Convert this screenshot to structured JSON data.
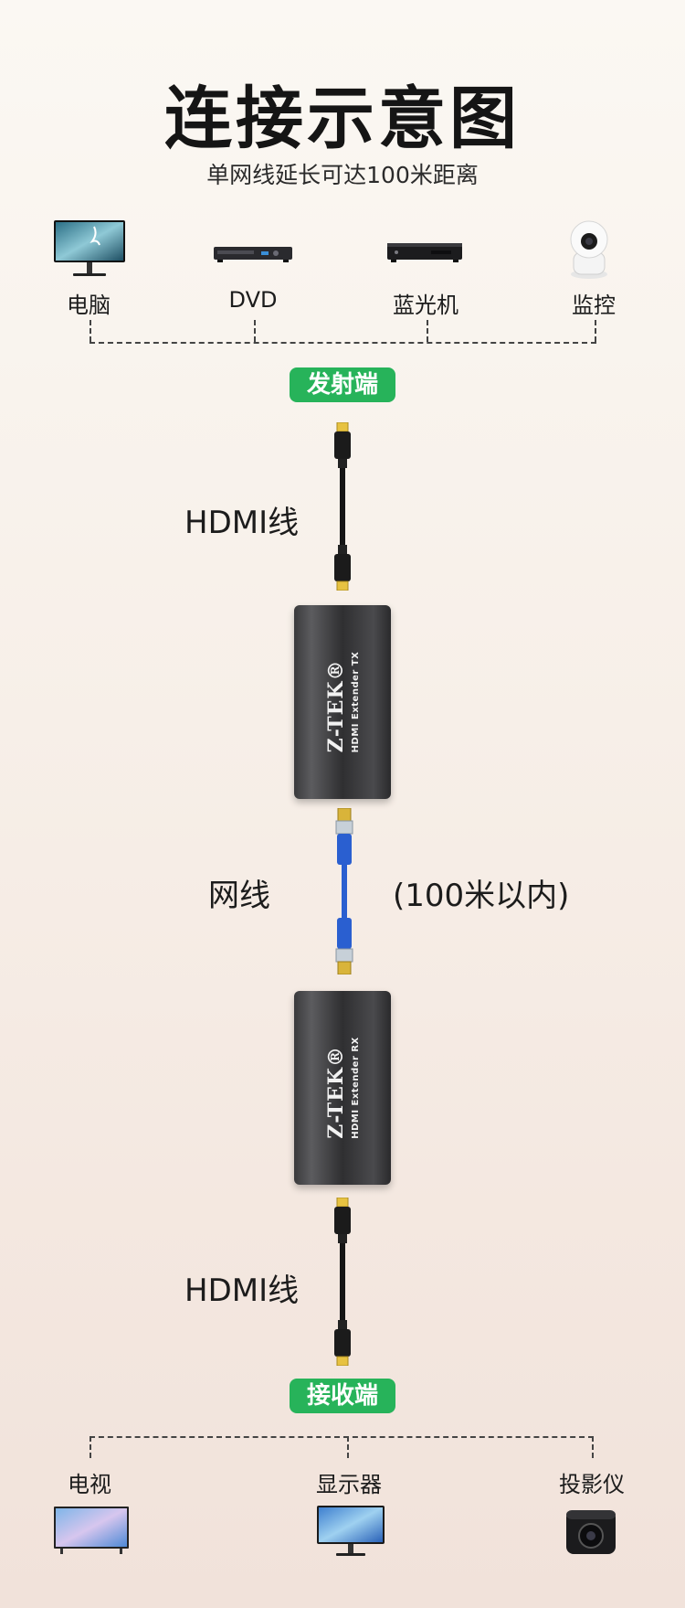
{
  "header": {
    "title": "连接示意图",
    "subtitle": "单网线延长可达100米距离"
  },
  "sources": [
    {
      "label": "电脑",
      "icon": "monitor-icon"
    },
    {
      "label": "DVD",
      "icon": "dvd-player-icon"
    },
    {
      "label": "蓝光机",
      "icon": "bluray-player-icon"
    },
    {
      "label": "监控",
      "icon": "security-camera-icon"
    }
  ],
  "transmitter": {
    "badge": "发射端",
    "cable_label": "HDMI线",
    "device": {
      "logo": "Z-TEK®",
      "model": "HDMI  Extender TX"
    }
  },
  "network": {
    "cable_label": "网线",
    "distance_label": "(100米以内)"
  },
  "receiver": {
    "device": {
      "logo": "Z-TEK®",
      "model": "HDMI  Extender RX"
    },
    "cable_label": "HDMI线",
    "badge": "接收端"
  },
  "displays": [
    {
      "label": "电视",
      "icon": "tv-icon"
    },
    {
      "label": "显示器",
      "icon": "display-monitor-icon"
    },
    {
      "label": "投影仪",
      "icon": "projector-icon"
    }
  ],
  "colors": {
    "badge": "#27b35a",
    "network_cable": "#2a5fd0",
    "hdmi_connector": "#e7c241"
  }
}
